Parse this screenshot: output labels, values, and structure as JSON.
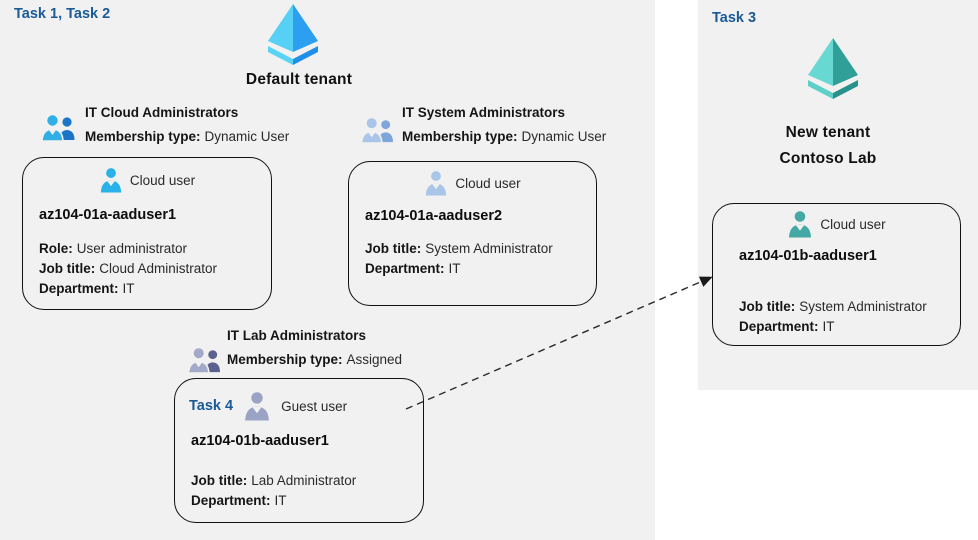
{
  "tasks": {
    "task_1_2": "Task 1, Task 2",
    "task_3": "Task 3",
    "task_4": "Task 4"
  },
  "tenants": {
    "default": {
      "name": "Default tenant"
    },
    "new": {
      "line1": "New tenant",
      "line2": "Contoso Lab"
    }
  },
  "groups": [
    {
      "name": "IT Cloud Administrators",
      "membership_label": "Membership type:",
      "membership_value": "Dynamic User"
    },
    {
      "name": "IT System Administrators",
      "membership_label": "Membership type:",
      "membership_value": "Dynamic User"
    },
    {
      "name": "IT Lab Administrators",
      "membership_label": "Membership type:",
      "membership_value": "Assigned"
    }
  ],
  "cards": [
    {
      "user_type": "Cloud user",
      "username": "az104-01a-aaduser1",
      "fields": [
        {
          "label": "Role:",
          "value": "User administrator"
        },
        {
          "label": "Job title:",
          "value": "Cloud Administrator"
        },
        {
          "label": "Department:",
          "value": "IT"
        }
      ]
    },
    {
      "user_type": "Cloud user",
      "username": "az104-01a-aaduser2",
      "fields": [
        {
          "label": "Job title:",
          "value": "System Administrator"
        },
        {
          "label": "Department:",
          "value": "IT"
        }
      ]
    },
    {
      "user_type": "Guest user",
      "task_tag": "Task 4",
      "username": "az104-01b-aaduser1",
      "fields": [
        {
          "label": "Job title:",
          "value": "Lab Administrator"
        },
        {
          "label": "Department:",
          "value": "IT"
        }
      ]
    },
    {
      "user_type": "Cloud user",
      "username": "az104-01b-aaduser1",
      "fields": [
        {
          "label": "Job title:",
          "value": "System Administrator"
        },
        {
          "label": "Department:",
          "value": "IT"
        }
      ]
    }
  ],
  "icons": {
    "default_tenant": "azure-ad-pyramid-blue",
    "new_tenant": "azure-ad-pyramid-teal",
    "group": "two-users",
    "cloud_user": "single-user",
    "guest_user": "single-user"
  },
  "colors": {
    "task_label": "#1a5a96",
    "panel_bg": "#f1f1f1",
    "card_border": "#111111",
    "cloud_user_icon": "#29b2e8",
    "cloud_user_icon_light": "#a9c6e8",
    "guest_user_icon": "#9ba3c4",
    "teal_user_icon": "#44a8a4",
    "arrow": "#2b2b2b"
  }
}
